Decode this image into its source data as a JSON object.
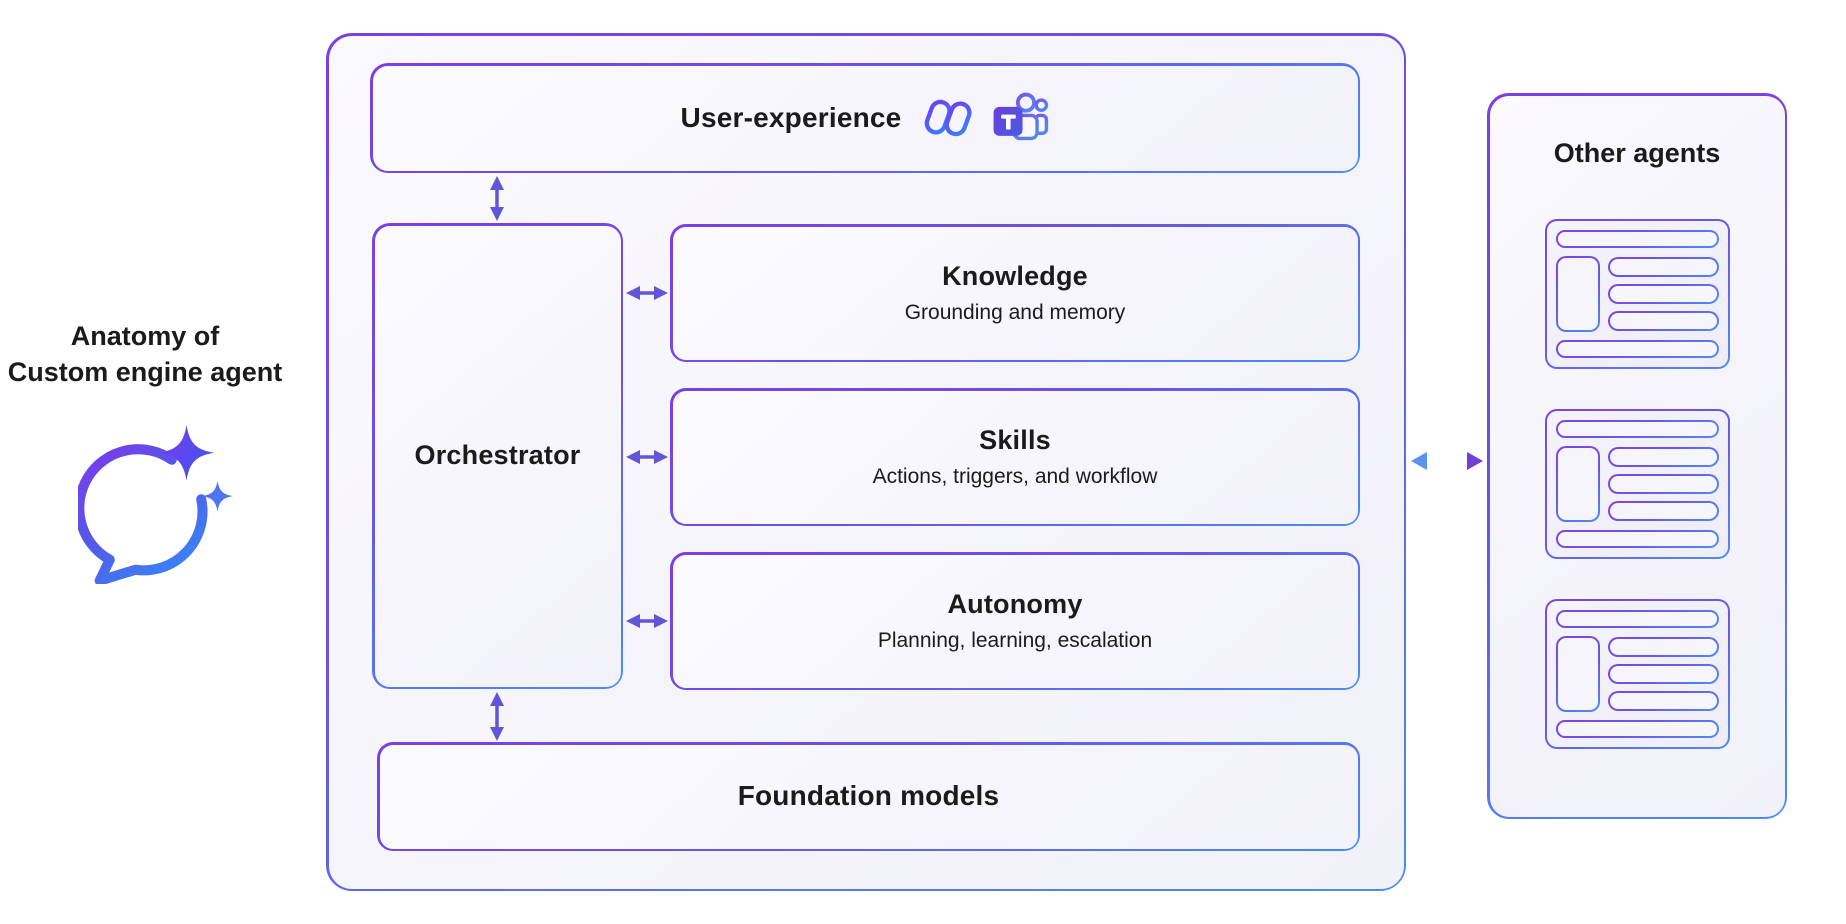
{
  "left_label": {
    "line1": "Anatomy of",
    "line2": "Custom engine agent",
    "icon": "chat-bubble-sparkles-icon"
  },
  "main": {
    "user_experience": {
      "title": "User-experience",
      "icons": [
        "copilot-icon",
        "teams-icon"
      ]
    },
    "orchestrator": {
      "title": "Orchestrator"
    },
    "components": [
      {
        "title": "Knowledge",
        "subtitle": "Grounding and memory"
      },
      {
        "title": "Skills",
        "subtitle": "Actions, triggers, and workflow"
      },
      {
        "title": "Autonomy",
        "subtitle": "Planning, learning, escalation"
      }
    ],
    "foundation": {
      "title": "Foundation models"
    }
  },
  "other_agents": {
    "title": "Other agents",
    "card_count": 3
  },
  "colors": {
    "accent_purple": "#7B3FE4",
    "accent_blue": "#4A8CF5",
    "arrow_indigo": "#6454D8",
    "dotted_arrow_blue": "#5B93EE",
    "dotted_arrow_purple": "#6E3FD9",
    "text_dark": "#1B1B1B",
    "surface_tint": "#F6F5FC"
  }
}
